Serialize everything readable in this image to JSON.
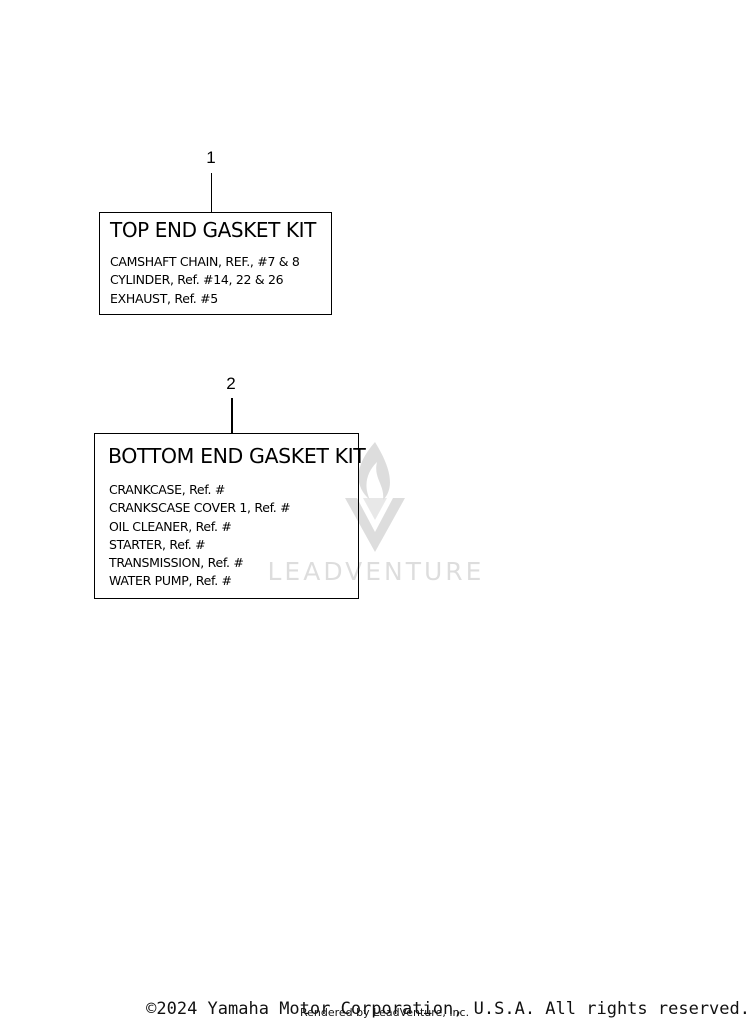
{
  "kits": [
    {
      "number": "1",
      "title": "TOP END GASKET KIT",
      "items": [
        "CAMSHAFT CHAIN, REF., #7 & 8",
        "CYLINDER, Ref. #14, 22 & 26",
        "EXHAUST, Ref. #5"
      ]
    },
    {
      "number": "2",
      "title": "BOTTOM END GASKET KIT",
      "items": [
        "CRANKCASE, Ref. #",
        "CRANKSCASE COVER 1, Ref. #",
        "OIL CLEANER, Ref. #",
        "STARTER, Ref. #",
        "TRANSMISSION, Ref. #",
        "WATER PUMP, Ref. #"
      ]
    }
  ],
  "watermark": {
    "text": "LEADVENTURE",
    "icon": "leadventure-flame-logo-icon"
  },
  "footer": {
    "copyright": "©2024 Yamaha Motor Corporation, U.S.A. All rights reserved.",
    "rendered_by": "Rendered by LeadVenture, Inc."
  }
}
